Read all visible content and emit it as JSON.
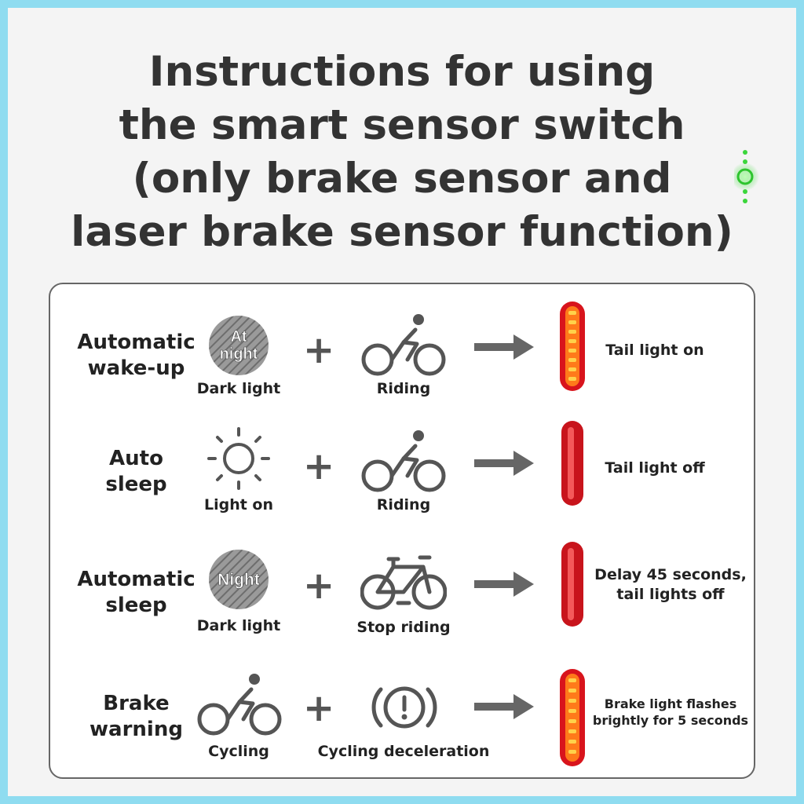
{
  "title_lines": [
    "Instructions for using",
    "the smart sensor switch",
    "(only brake sensor and",
    "laser brake sensor function)"
  ],
  "rows": [
    {
      "label_lines": [
        "Automatic",
        "wake-up"
      ],
      "condition_icon": "night-circle-icon",
      "condition_icon_text": [
        "At",
        "night"
      ],
      "condition_caption": "Dark light",
      "activity_icon": "cyclist-icon",
      "activity_caption": "Riding",
      "light_state": "tail-light-on-icon",
      "result": [
        "Tail light on"
      ]
    },
    {
      "label_lines": [
        "Auto",
        "sleep"
      ],
      "condition_icon": "sun-icon",
      "condition_caption": "Light on",
      "activity_icon": "cyclist-icon",
      "activity_caption": "Riding",
      "light_state": "tail-light-off-icon",
      "result": [
        "Tail light off"
      ]
    },
    {
      "label_lines": [
        "Automatic",
        "sleep"
      ],
      "condition_icon": "night-circle-icon",
      "condition_icon_text": [
        "Night"
      ],
      "condition_caption": "Dark light",
      "activity_icon": "bicycle-icon",
      "activity_caption": "Stop riding",
      "light_state": "tail-light-off-icon",
      "result": [
        "Delay 45 seconds,",
        "tail lights off"
      ]
    },
    {
      "label_lines": [
        "Brake",
        "warning"
      ],
      "condition_icon": "cyclist-icon",
      "condition_caption": "Cycling",
      "activity_icon": "brake-warning-icon",
      "activity_caption": "Cycling deceleration",
      "light_state": "tail-light-on-icon",
      "result": [
        "Brake light flashes",
        "brightly for 5 seconds"
      ]
    }
  ],
  "plus_symbol": "+",
  "colors": {
    "background": "#8fdcf0",
    "icon_gray": "#555555",
    "light_red": "#d8141c",
    "light_amber": "#ffb020",
    "indicator_green": "#3bd63b"
  }
}
